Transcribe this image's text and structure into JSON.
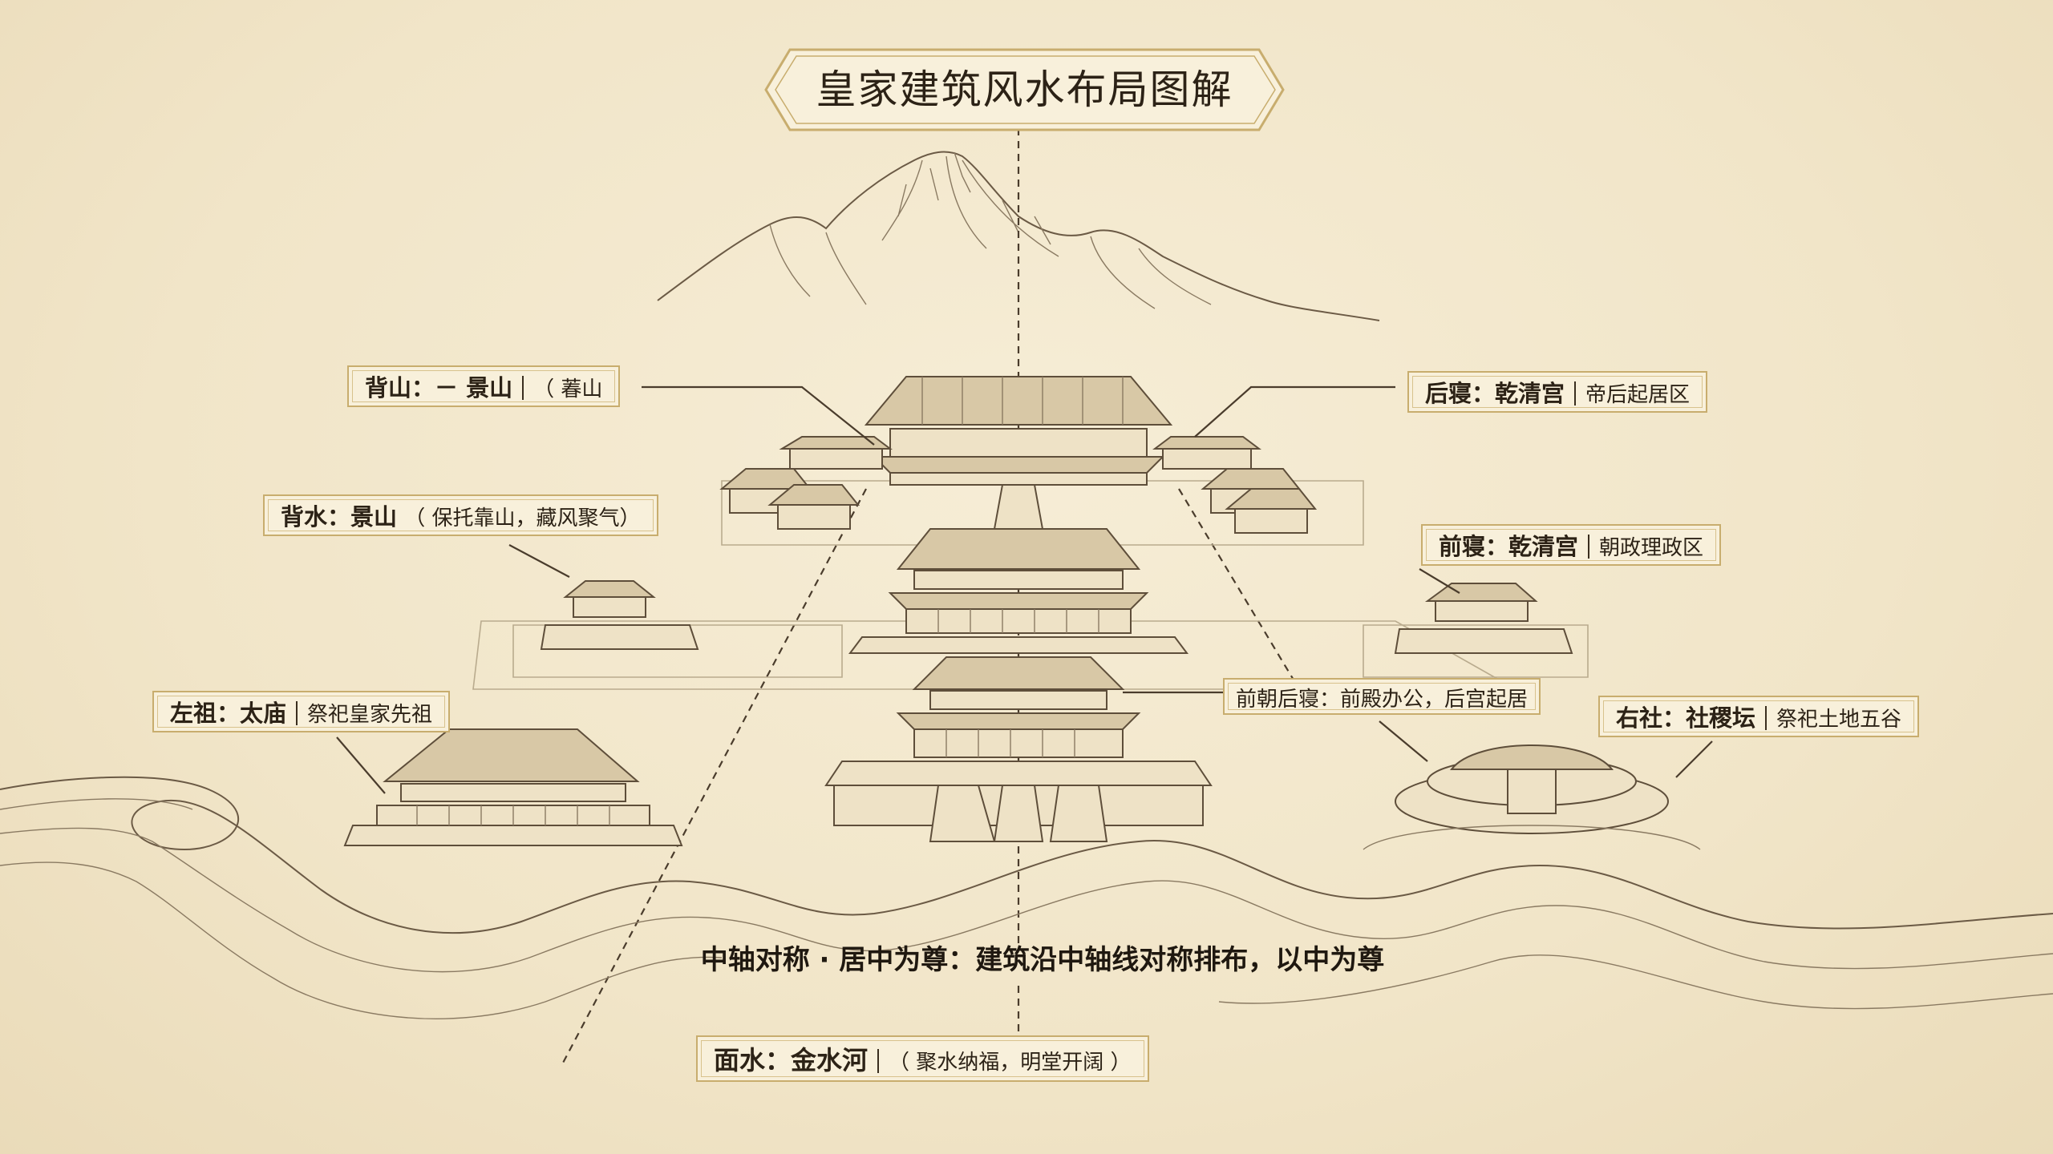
{
  "title": "皇家建筑风水布局图解",
  "labels": {
    "beishan": {
      "main": "背山：－ 景山",
      "sep": "│",
      "sub": "（ 萶山"
    },
    "beishui": {
      "main": "背水：景山",
      "sub": "（ 保托靠山，藏风聚气）"
    },
    "zuozu": {
      "main": "左祖：太庙",
      "sub": "祭祀皇家先祖"
    },
    "houqin": {
      "main": "后寝：乾清宫",
      "sub": "帝后起居区"
    },
    "qianqin": {
      "main": "前寝：乾清宫",
      "sub": "朝政理政区"
    },
    "qianchao": {
      "main": "前朝后寝：前殿办公，后宫起居"
    },
    "youshe": {
      "main": "右社：社稷坛",
      "sub": "祭祀土地五谷"
    },
    "mianshui": {
      "main": "面水：金水河",
      "sub": "（ 聚水纳福，明堂开阔 ）"
    }
  },
  "axis_caption": "中轴对称 · 居中为尊：建筑沿中轴线对称排布，以中为尊",
  "colors": {
    "paper": "#f3e8cc",
    "ink": "#5e4e3a",
    "gold_border": "#c8ad6e"
  }
}
